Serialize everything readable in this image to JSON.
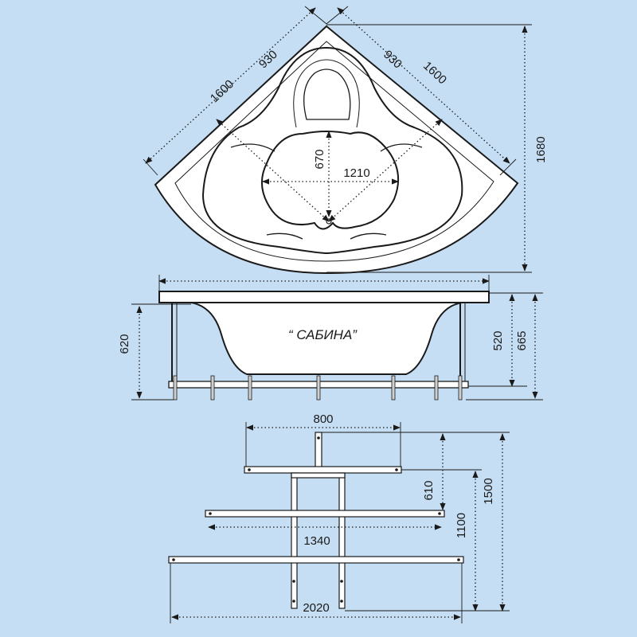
{
  "title": "“ САБИНА”",
  "plan_view": {
    "dim_side_outer_left": "1600",
    "dim_side_inner_left": "930",
    "dim_side_inner_right": "930",
    "dim_side_outer_right": "1600",
    "dim_diagonal": "1680",
    "dim_bowl_depth": "670",
    "dim_bowl_width": "1210"
  },
  "front_view": {
    "dim_height_left": "620",
    "dim_height_inner": "520",
    "dim_height_outer": "665"
  },
  "frame_view": {
    "dim_top_bar": "800",
    "dim_mid_bar": "1340",
    "dim_bottom_bar": "2020",
    "dim_depth_1": "610",
    "dim_depth_2": "1100",
    "dim_depth_3": "1500"
  },
  "colors": {
    "background": "#c6def3",
    "line": "#1a1a1a",
    "fill": "#ffffff"
  }
}
